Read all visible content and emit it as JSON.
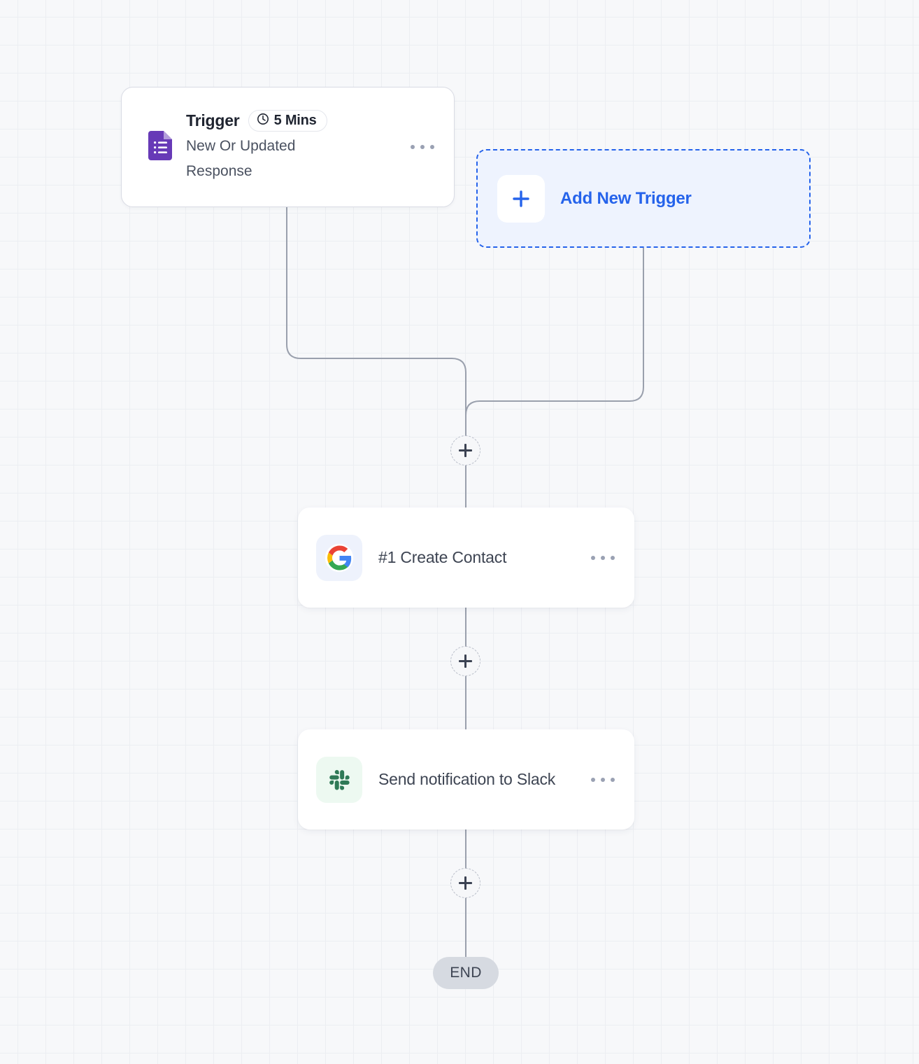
{
  "canvas": {
    "background_color": "#f7f8fa",
    "grid_line_color": "#eceef2",
    "grid_size": "40px",
    "connector_color": "#9aa0ad"
  },
  "trigger": {
    "label": "Trigger",
    "interval": "5 Mins",
    "clock_icon": "clock-icon",
    "subtitle": "New Or Updated Response",
    "app_icon": "google-forms-icon",
    "app_icon_color": "#6a3ab2",
    "menu_icon": "kebab-menu-icon"
  },
  "add_trigger": {
    "label": "Add New Trigger",
    "plus_icon": "plus-icon",
    "accent_color": "#2563eb",
    "fill_color": "#eef3fe"
  },
  "steps": [
    {
      "title": "#1 Create Contact",
      "app_icon": "google-icon",
      "icon_bg": "#eef2fc",
      "menu_icon": "kebab-menu-icon"
    },
    {
      "title": "Send notification to Slack",
      "app_icon": "slack-icon",
      "icon_bg": "#edf9f1",
      "icon_color": "#2f7a57",
      "menu_icon": "kebab-menu-icon"
    }
  ],
  "connectors": [
    {
      "name": "add-step-node-1",
      "icon": "plus-icon"
    },
    {
      "name": "add-step-node-2",
      "icon": "plus-icon"
    },
    {
      "name": "add-step-node-3",
      "icon": "plus-icon"
    }
  ],
  "end": {
    "label": "END",
    "background_color": "#d6dae1",
    "text_color": "#3e4553"
  }
}
